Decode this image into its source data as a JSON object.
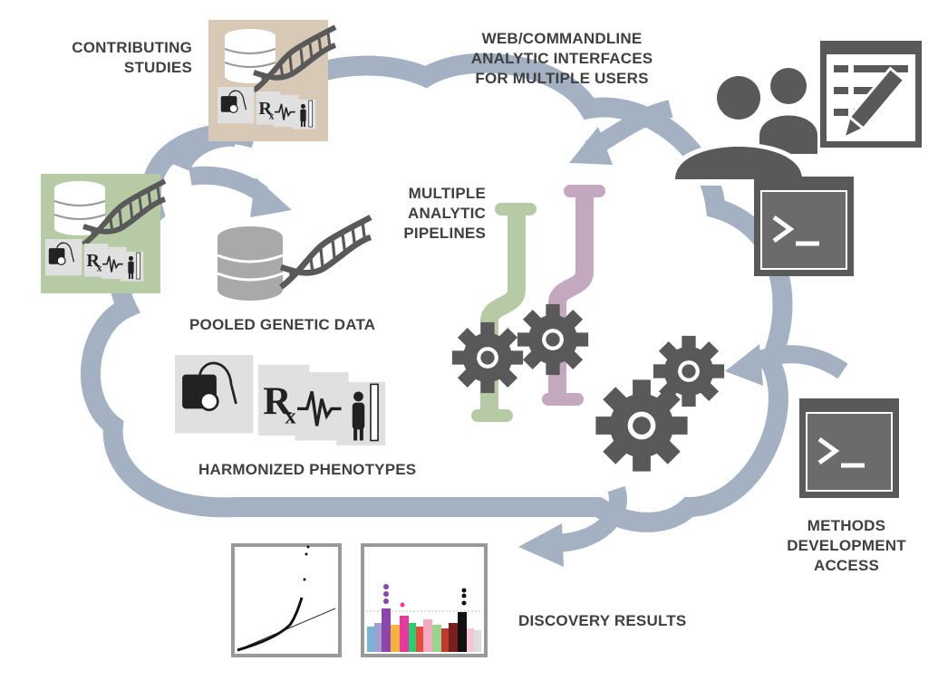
{
  "labels": {
    "contributing_studies": [
      "CONTRIBUTING",
      "STUDIES"
    ],
    "interfaces": [
      "WEB/COMMANDLINE",
      "ANALYTIC INTERFACES",
      "FOR MULTIPLE USERS"
    ],
    "pipelines": [
      "MULTIPLE",
      "ANALYTIC",
      "PIPELINES"
    ],
    "pooled": "POOLED GENETIC DATA",
    "phenotypes": "HARMONIZED PHENOTYPES",
    "methods": [
      "METHODS",
      "DEVELOPMENT",
      "ACCESS"
    ],
    "discovery": "DISCOVERY RESULTS"
  },
  "glyphs": {
    "rx": "R",
    "rx_sub": "x",
    "prompt": ">_"
  },
  "colors": {
    "cloud": "#a3b1c2",
    "study_tan": "#d8c8b6",
    "study_green": "#b6cba5",
    "pipe_green": "#b6cba5",
    "pipe_purple": "#c4a8c0",
    "icon_gray": "#595959",
    "text": "#404040"
  },
  "icons": [
    "database-icon",
    "dna-icon",
    "blood-pressure-icon",
    "prescription-icon",
    "ecg-icon",
    "height-icon",
    "gear-icon",
    "users-icon",
    "form-edit-icon",
    "terminal-icon",
    "qq-plot-icon",
    "manhattan-plot-icon"
  ]
}
